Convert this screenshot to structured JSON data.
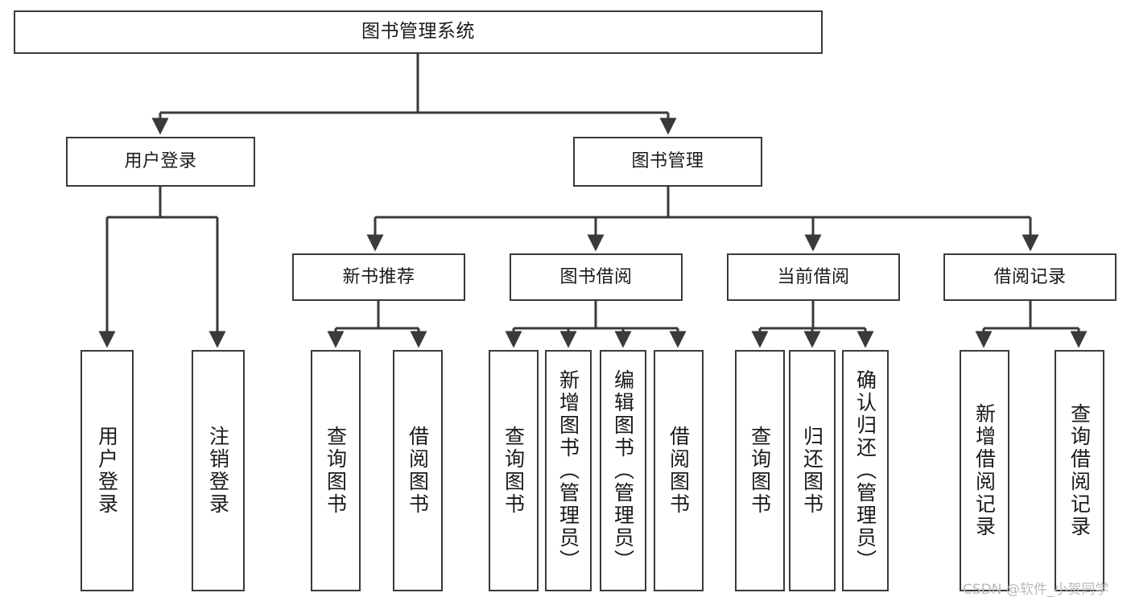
{
  "diagram": {
    "title": "图书管理系统",
    "type": "tree",
    "style": {
      "box_border_color": "#3a3a3a",
      "box_fill_color": "#ffffff",
      "edge_color": "#3a3a3a",
      "text_color": "#1a1a1a",
      "background": "#ffffff"
    },
    "nodes": {
      "root": {
        "label": "图书管理系统"
      },
      "level2": [
        {
          "id": "user-login",
          "label": "用户登录"
        },
        {
          "id": "book-manage",
          "label": "图书管理"
        }
      ],
      "level3": [
        {
          "id": "new-book-rec",
          "label": "新书推荐",
          "parent": "book-manage"
        },
        {
          "id": "book-borrow",
          "label": "图书借阅",
          "parent": "book-manage"
        },
        {
          "id": "current-borrow",
          "label": "当前借阅",
          "parent": "book-manage"
        },
        {
          "id": "borrow-record",
          "label": "借阅记录",
          "parent": "book-manage"
        }
      ],
      "leaves": {
        "user-login": [
          {
            "id": "leaf-user-login",
            "label": "用户登录"
          },
          {
            "id": "leaf-logout",
            "label": "注销登录"
          }
        ],
        "new-book-rec": [
          {
            "id": "leaf-query-book-1",
            "label": "查询图书"
          },
          {
            "id": "leaf-borrow-book-1",
            "label": "借阅图书"
          }
        ],
        "book-borrow": [
          {
            "id": "leaf-query-book-2",
            "label": "查询图书"
          },
          {
            "id": "leaf-add-book",
            "label": "新增图书（管理员）"
          },
          {
            "id": "leaf-edit-book",
            "label": "编辑图书（管理员）"
          },
          {
            "id": "leaf-borrow-book-2",
            "label": "借阅图书"
          }
        ],
        "current-borrow": [
          {
            "id": "leaf-query-book-3",
            "label": "查询图书"
          },
          {
            "id": "leaf-return-book",
            "label": "归还图书"
          },
          {
            "id": "leaf-confirm-return",
            "label": "确认归还（管理员）"
          }
        ],
        "borrow-record": [
          {
            "id": "leaf-add-record",
            "label": "新增借阅记录"
          },
          {
            "id": "leaf-query-record",
            "label": "查询借阅记录"
          }
        ]
      }
    }
  },
  "watermark": {
    "text": "CSDN @软件_小贺同学"
  }
}
